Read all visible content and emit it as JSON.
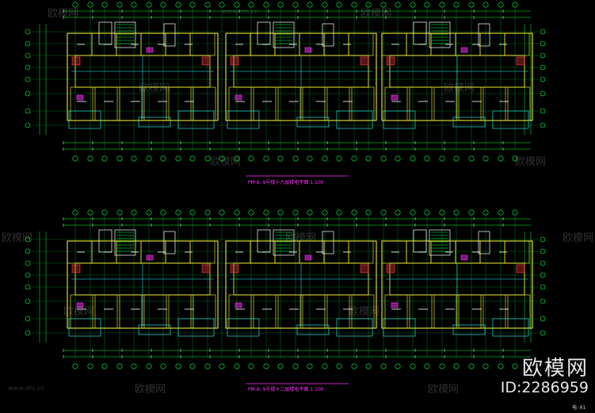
{
  "drawings": [
    {
      "title": "PM-8, 9号楼十六层楼电平面 1:100"
    },
    {
      "title": "PM-8, 9号楼十二层楼电平面 1:100"
    }
  ],
  "watermarks": {
    "brand_cn": "欧模网",
    "site": "www.om.cn"
  },
  "branding": {
    "name": "欧模网",
    "id": "ID:2286959"
  },
  "sheet_id": "电-01",
  "colors": {
    "bg": "#000000",
    "wall": "#ffff33",
    "grid": "#00ff44",
    "axis": "#ff4444",
    "magenta": "#ff2fff",
    "cyan": "#33ffff",
    "white": "#ffffff"
  }
}
